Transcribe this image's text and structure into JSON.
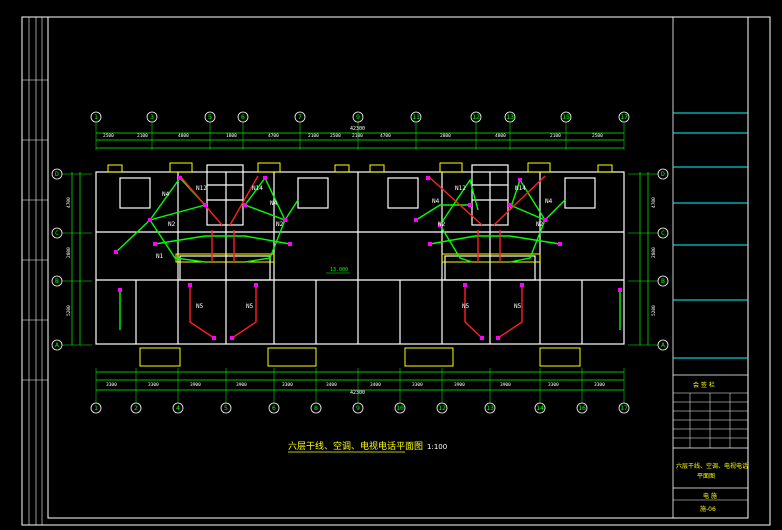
{
  "drawing": {
    "title": "六层干线、空调、电视电话平面图",
    "scale": "1:100",
    "total_dim": "42300",
    "top_axes": [
      "1",
      "3",
      "5",
      "6",
      "7",
      "9",
      "11",
      "12",
      "13",
      "15",
      "17"
    ],
    "bottom_axes": [
      "1",
      "2",
      "4",
      "5",
      "6",
      "8",
      "9",
      "10",
      "12",
      "13",
      "14",
      "16",
      "17"
    ],
    "left_axes": [
      "D",
      "C",
      "B",
      "A"
    ],
    "right_axes": [
      "D",
      "C",
      "B",
      "A"
    ],
    "top_dims": [
      "2500",
      "2100",
      "4800",
      "1800",
      "4700",
      "2100",
      "2500",
      "2100",
      "4700",
      "2800",
      "4800",
      "2100",
      "2500"
    ],
    "bottom_dims": [
      "3300",
      "3300",
      "3900",
      "3900",
      "3300",
      "3400",
      "3400",
      "3300",
      "3900",
      "3900",
      "3300",
      "3300"
    ],
    "left_dims": [
      "4700",
      "2800",
      "5200"
    ],
    "right_dims": [
      "4700",
      "2800",
      "5200"
    ],
    "room_labels": [
      "N4",
      "N12",
      "N14",
      "N4",
      "N2",
      "N2",
      "N1",
      "N5",
      "N5",
      "N4",
      "N12",
      "N14",
      "N4",
      "N2",
      "N2",
      "N5",
      "N5"
    ],
    "level_mark": "13.000"
  },
  "title_block": {
    "line1": "会 签 栏",
    "line2": "六层干线、空调、电视电话",
    "line3": "平面图",
    "line4": "电 施",
    "line5": "施-06"
  },
  "colors": {
    "frame": "#ffffff",
    "walls": "#ffffff",
    "axis": "#00ff00",
    "conduit_green": "#00ff00",
    "conduit_red": "#ff2020",
    "outlets": "#ff00ff",
    "cyan": "#00ffff",
    "yellow": "#ffff00"
  }
}
